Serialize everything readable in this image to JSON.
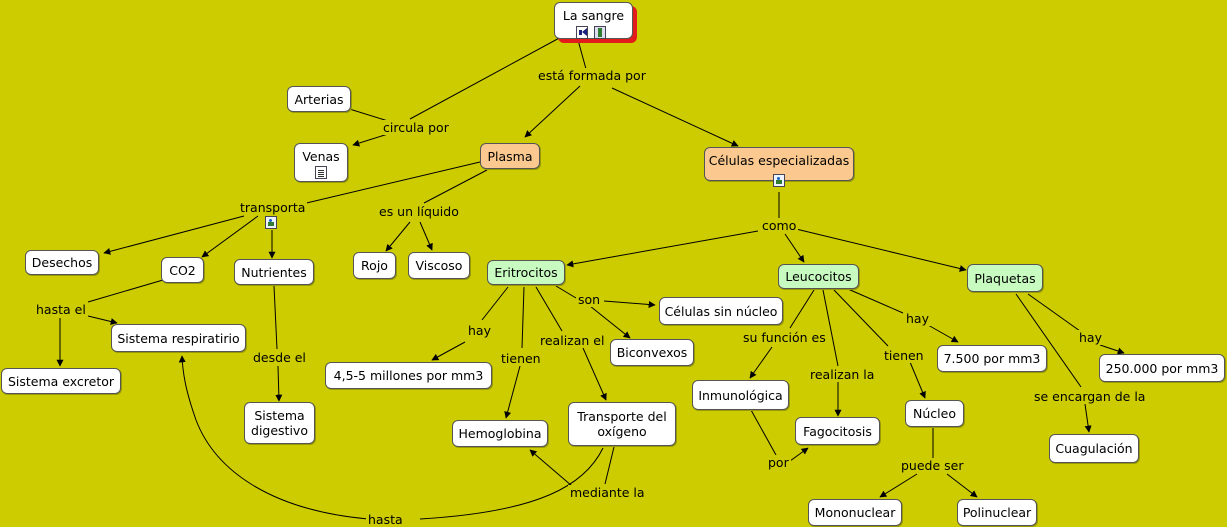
{
  "concept_map": {
    "root": "La sangre",
    "nodes": {
      "arterias": "Arterias",
      "venas": "Venas",
      "plasma": "Plasma",
      "celulas": "Células especializadas",
      "desechos": "Desechos",
      "co2": "CO2",
      "nutrientes": "Nutrientes",
      "rojo": "Rojo",
      "viscoso": "Viscoso",
      "eritrocitos": "Eritrocitos",
      "leucocitos": "Leucocitos",
      "plaquetas": "Plaquetas",
      "sistema_respiratorio": "Sistema respiratirio",
      "sistema_excretor": "Sistema excretor",
      "sistema_digestivo": "Sistema digestivo",
      "celulas_sin_nucleo": "Células sin núcleo",
      "biconvexos": "Biconvexos",
      "millones": "4,5-5 millones por mm3",
      "hemoglobina": "Hemoglobina",
      "transporte": "Transporte del oxígeno",
      "inmunologica": "Inmunológica",
      "fagocitosis": "Fagocitosis",
      "nucleo": "Núcleo",
      "leuco_count": "7.500 por mm3",
      "plaq_count": "250.000 por mm3",
      "coagulacion": "Cuagulación",
      "mononuclear": "Mononuclear",
      "polinuclear": "Polinuclear"
    },
    "links": {
      "esta_formada_por": "está formada por",
      "circula_por": "circula por",
      "transporta": "transporta",
      "es_un_liquido": "es un líquido",
      "como": "como",
      "hasta_el": "hasta el",
      "desde_el": "desde el",
      "son": "son",
      "hay_eritro": "hay",
      "tienen_eritro": "tienen",
      "realizan_el": "realizan el",
      "su_funcion_es": "su función es",
      "realizan_la": "realizan la",
      "tienen_leuco": "tienen",
      "hay_leuco": "hay",
      "hay_plaq": "hay",
      "se_encargan_de_la": "se encargan de la",
      "por": "por",
      "puede_ser": "puede ser",
      "mediante_la": "mediante la",
      "hasta": "hasta"
    },
    "icons": [
      "sound-icon",
      "film-icon",
      "document-icon",
      "image-icon"
    ]
  }
}
